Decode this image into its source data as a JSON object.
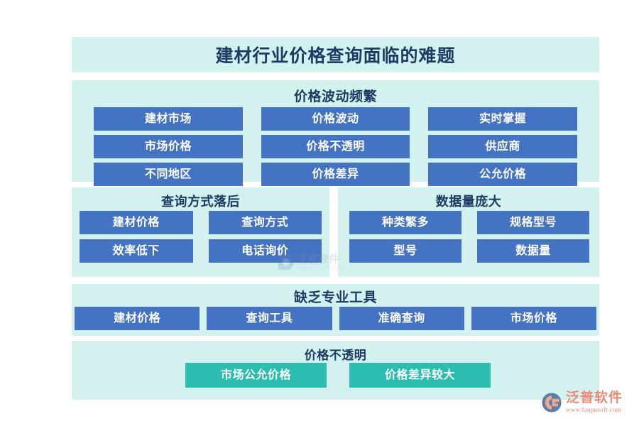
{
  "title": "建材行业价格查询面临的难题",
  "colors": {
    "panel_bg": "#d3f2ef",
    "chip_blue": "#4573c4",
    "chip_teal": "#2dbdb0",
    "heading_navy": "#1f3864",
    "page_bg": "#ffffff",
    "logo_orange": "#e98b78"
  },
  "sections": [
    {
      "heading": "价格波动频繁",
      "columns": [
        [
          "建材市场",
          "市场价格",
          "不同地区"
        ],
        [
          "价格波动",
          "价格不透明",
          "价格差异"
        ],
        [
          "实时掌握",
          "供应商",
          "公允价格"
        ]
      ]
    },
    {
      "heading": "查询方式落后",
      "rows": [
        [
          "建材价格",
          "查询方式"
        ],
        [
          "效率低下",
          "电话询价"
        ]
      ]
    },
    {
      "heading": "数据量庞大",
      "rows": [
        [
          "种类繁多",
          "规格型号"
        ],
        [
          "型号",
          "数据量"
        ]
      ]
    },
    {
      "heading": "缺乏专业工具",
      "items": [
        "建材价格",
        "查询工具",
        "准确查询",
        "市场价格"
      ]
    },
    {
      "heading": "价格不透明",
      "items": [
        "市场公允价格",
        "价格差异较大"
      ]
    }
  ],
  "watermark": {
    "cn": "泛普软件",
    "en": "FANPU SOFTWARE"
  },
  "logo": {
    "cn": "泛普软件",
    "url": "www.fanpusoft.com"
  }
}
